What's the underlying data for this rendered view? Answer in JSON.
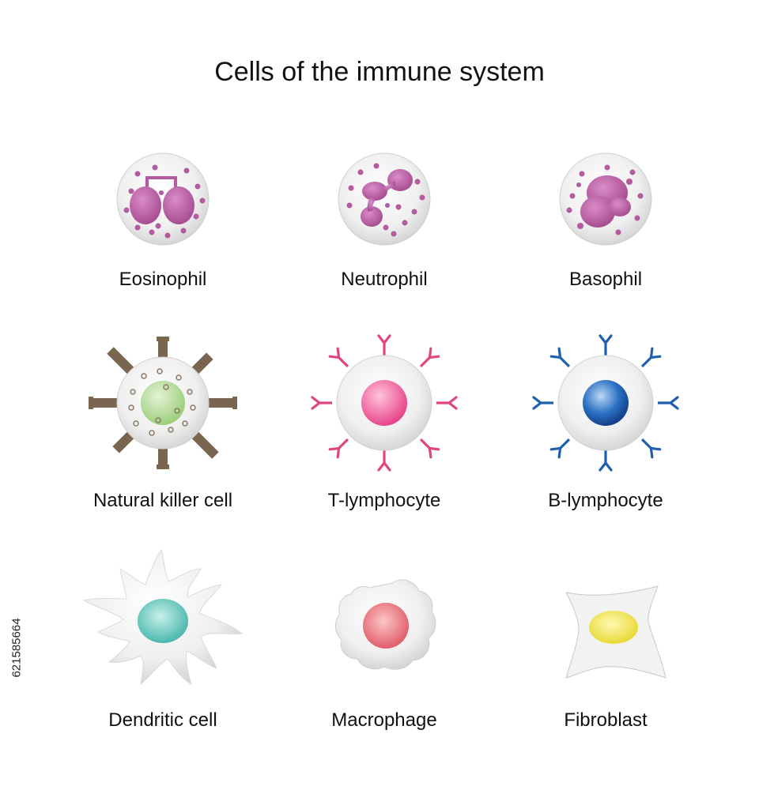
{
  "title": "Cells of the immune system",
  "cells": [
    {
      "label": "Eosinophil",
      "icon": "eosinophil-icon"
    },
    {
      "label": "Neutrophil",
      "icon": "neutrophil-icon"
    },
    {
      "label": "Basophil",
      "icon": "basophil-icon"
    },
    {
      "label": "Natural killer cell",
      "icon": "natural-killer-cell-icon"
    },
    {
      "label": "T-lymphocyte",
      "icon": "t-lymphocyte-icon"
    },
    {
      "label": "B-lymphocyte",
      "icon": "b-lymphocyte-icon"
    },
    {
      "label": "Dendritic cell",
      "icon": "dendritic-cell-icon"
    },
    {
      "label": "Macrophage",
      "icon": "macrophage-icon"
    },
    {
      "label": "Fibroblast",
      "icon": "fibroblast-icon"
    }
  ],
  "stock_id": "621585664",
  "colors": {
    "granulocyte": "#b45aa0",
    "nk_nucleus": "#b6dc9c",
    "nk_receptor": "#7a6650",
    "t_cell": "#e0457f",
    "b_cell": "#1f5fb0",
    "dendritic_nucleus": "#4fc0b4",
    "macrophage_nucleus": "#e4606a",
    "fibroblast_nucleus": "#e8dc3c"
  }
}
